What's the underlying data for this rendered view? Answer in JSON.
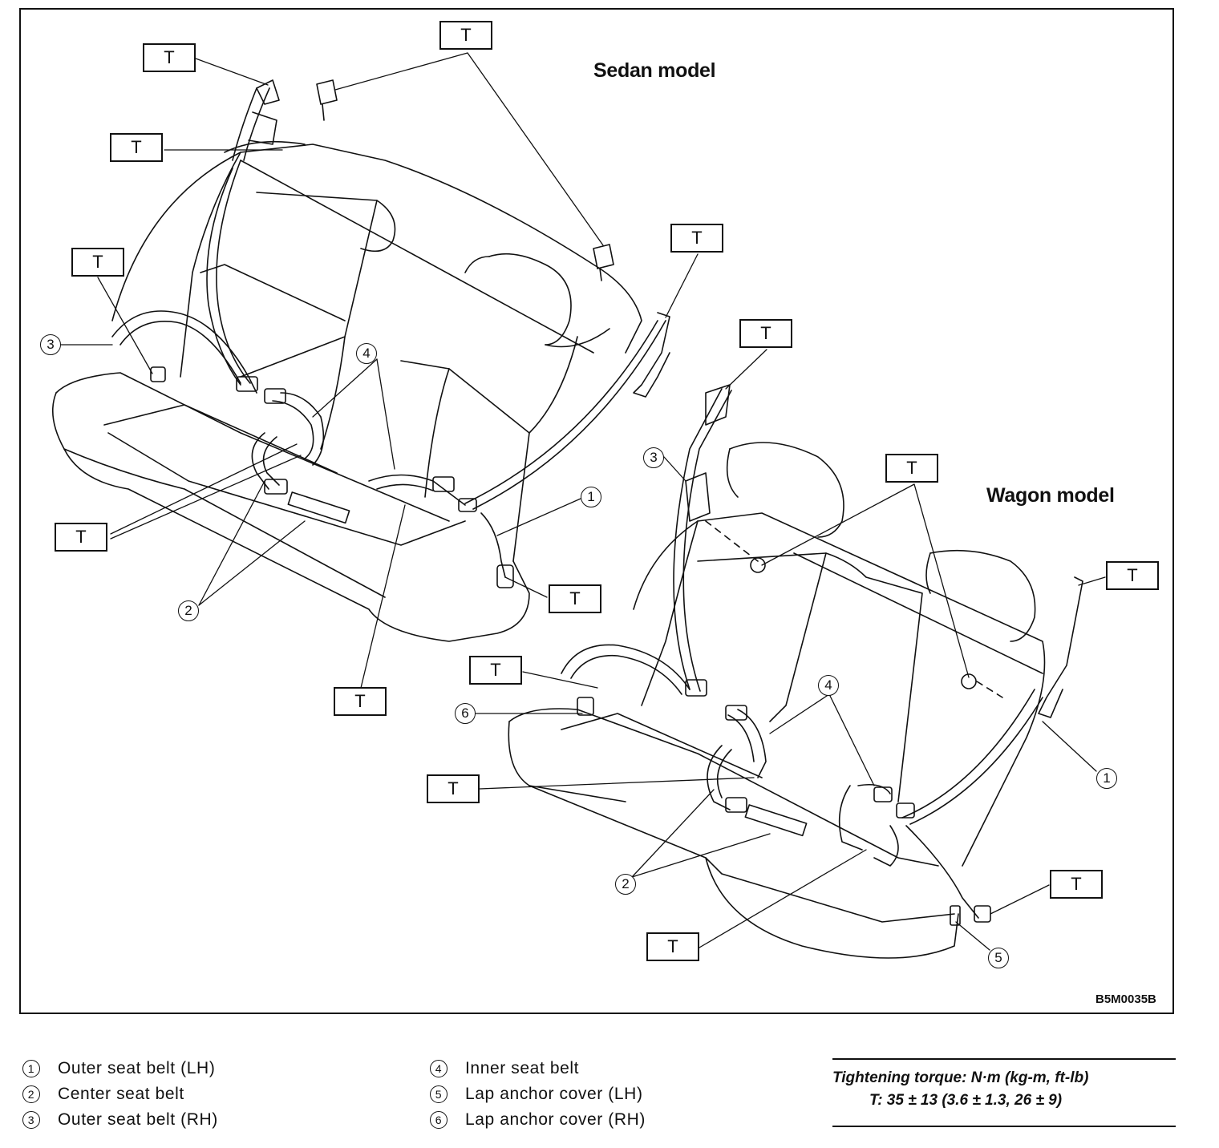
{
  "titles": {
    "sedan": "Sedan model",
    "wagon": "Wagon model"
  },
  "torque_mark": "T",
  "figure_code": "B5M0035B",
  "callout_numbers": [
    "1",
    "2",
    "3",
    "4",
    "5",
    "6"
  ],
  "legend": [
    {
      "num": "1",
      "label": "Outer seat belt (LH)"
    },
    {
      "num": "2",
      "label": "Center seat belt"
    },
    {
      "num": "3",
      "label": "Outer seat belt (RH)"
    },
    {
      "num": "4",
      "label": "Inner seat belt"
    },
    {
      "num": "5",
      "label": "Lap anchor cover (LH)"
    },
    {
      "num": "6",
      "label": "Lap anchor cover (RH)"
    }
  ],
  "tightening": {
    "heading": "Tightening torque: N·m (kg-m, ft-lb)",
    "value": "T: 35 ± 13 (3.6 ± 1.3, 26 ± 9)"
  }
}
